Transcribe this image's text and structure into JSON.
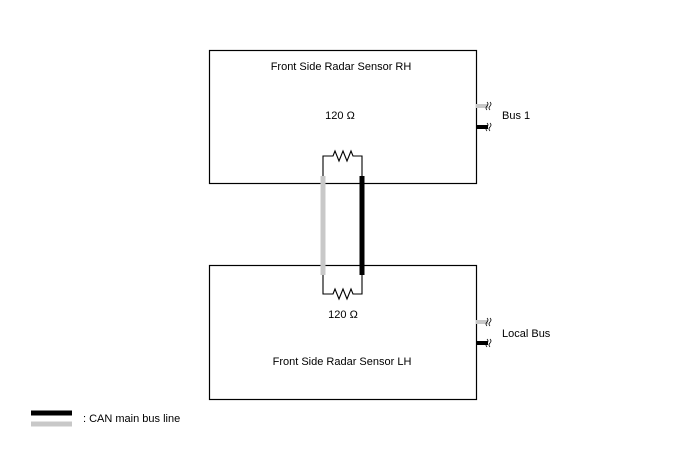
{
  "sensor_rh": {
    "title": "Front Side Radar Sensor RH",
    "resistor_label": "120 Ω",
    "bus_label": "Bus 1"
  },
  "sensor_lh": {
    "title": "Front Side Radar Sensor LH",
    "resistor_label": "120 Ω",
    "bus_label": "Local Bus"
  },
  "legend": {
    "label": ": CAN main bus line"
  },
  "colors": {
    "can_high": "#000000",
    "can_low": "#c8c8c8",
    "outline": "#000000",
    "background": "#ffffff"
  },
  "icons": {
    "resistor": "resistor-zigzag-icon",
    "break_mark": "wire-break-icon"
  }
}
